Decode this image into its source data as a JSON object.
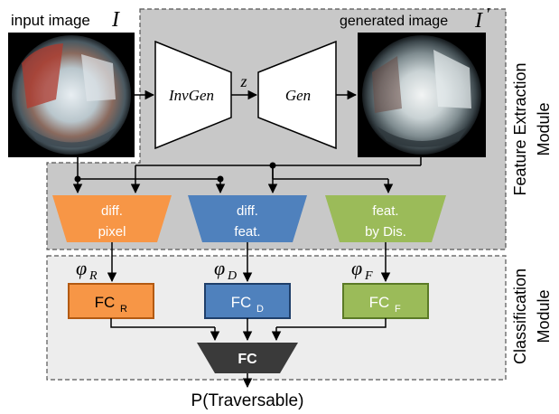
{
  "labels": {
    "input_image": "input image",
    "input_symbol": "I",
    "generated_image": "generated image",
    "generated_symbol": "I",
    "generated_prime": "′",
    "invgen": "InvGen",
    "gen": "Gen",
    "z": "z",
    "feature_module_line1": "Feature Extraction",
    "feature_module_line2": "Module",
    "classification_module_line1": "Classification",
    "classification_module_line2": "Module",
    "diff_pixel_line1": "diff.",
    "diff_pixel_line2": "pixel",
    "diff_feat_line1": "diff.",
    "diff_feat_line2": "feat.",
    "feat_dis_line1": "feat.",
    "feat_dis_line2": "by Dis.",
    "phi": "φ",
    "phi_r_sub": "R",
    "phi_d_sub": "D",
    "phi_f_sub": "F",
    "fc": "FC",
    "fc_r_sub": "R",
    "fc_d_sub": "D",
    "fc_f_sub": "F",
    "fc_final": "FC",
    "output": "P(Traversable)"
  },
  "colors": {
    "feature_module_bg": "#c8c8c8",
    "classification_module_bg": "#ededed",
    "orange": "#f79646",
    "blue": "#4f81bd",
    "green": "#9bbb59",
    "dark": "#3a3a3a"
  }
}
